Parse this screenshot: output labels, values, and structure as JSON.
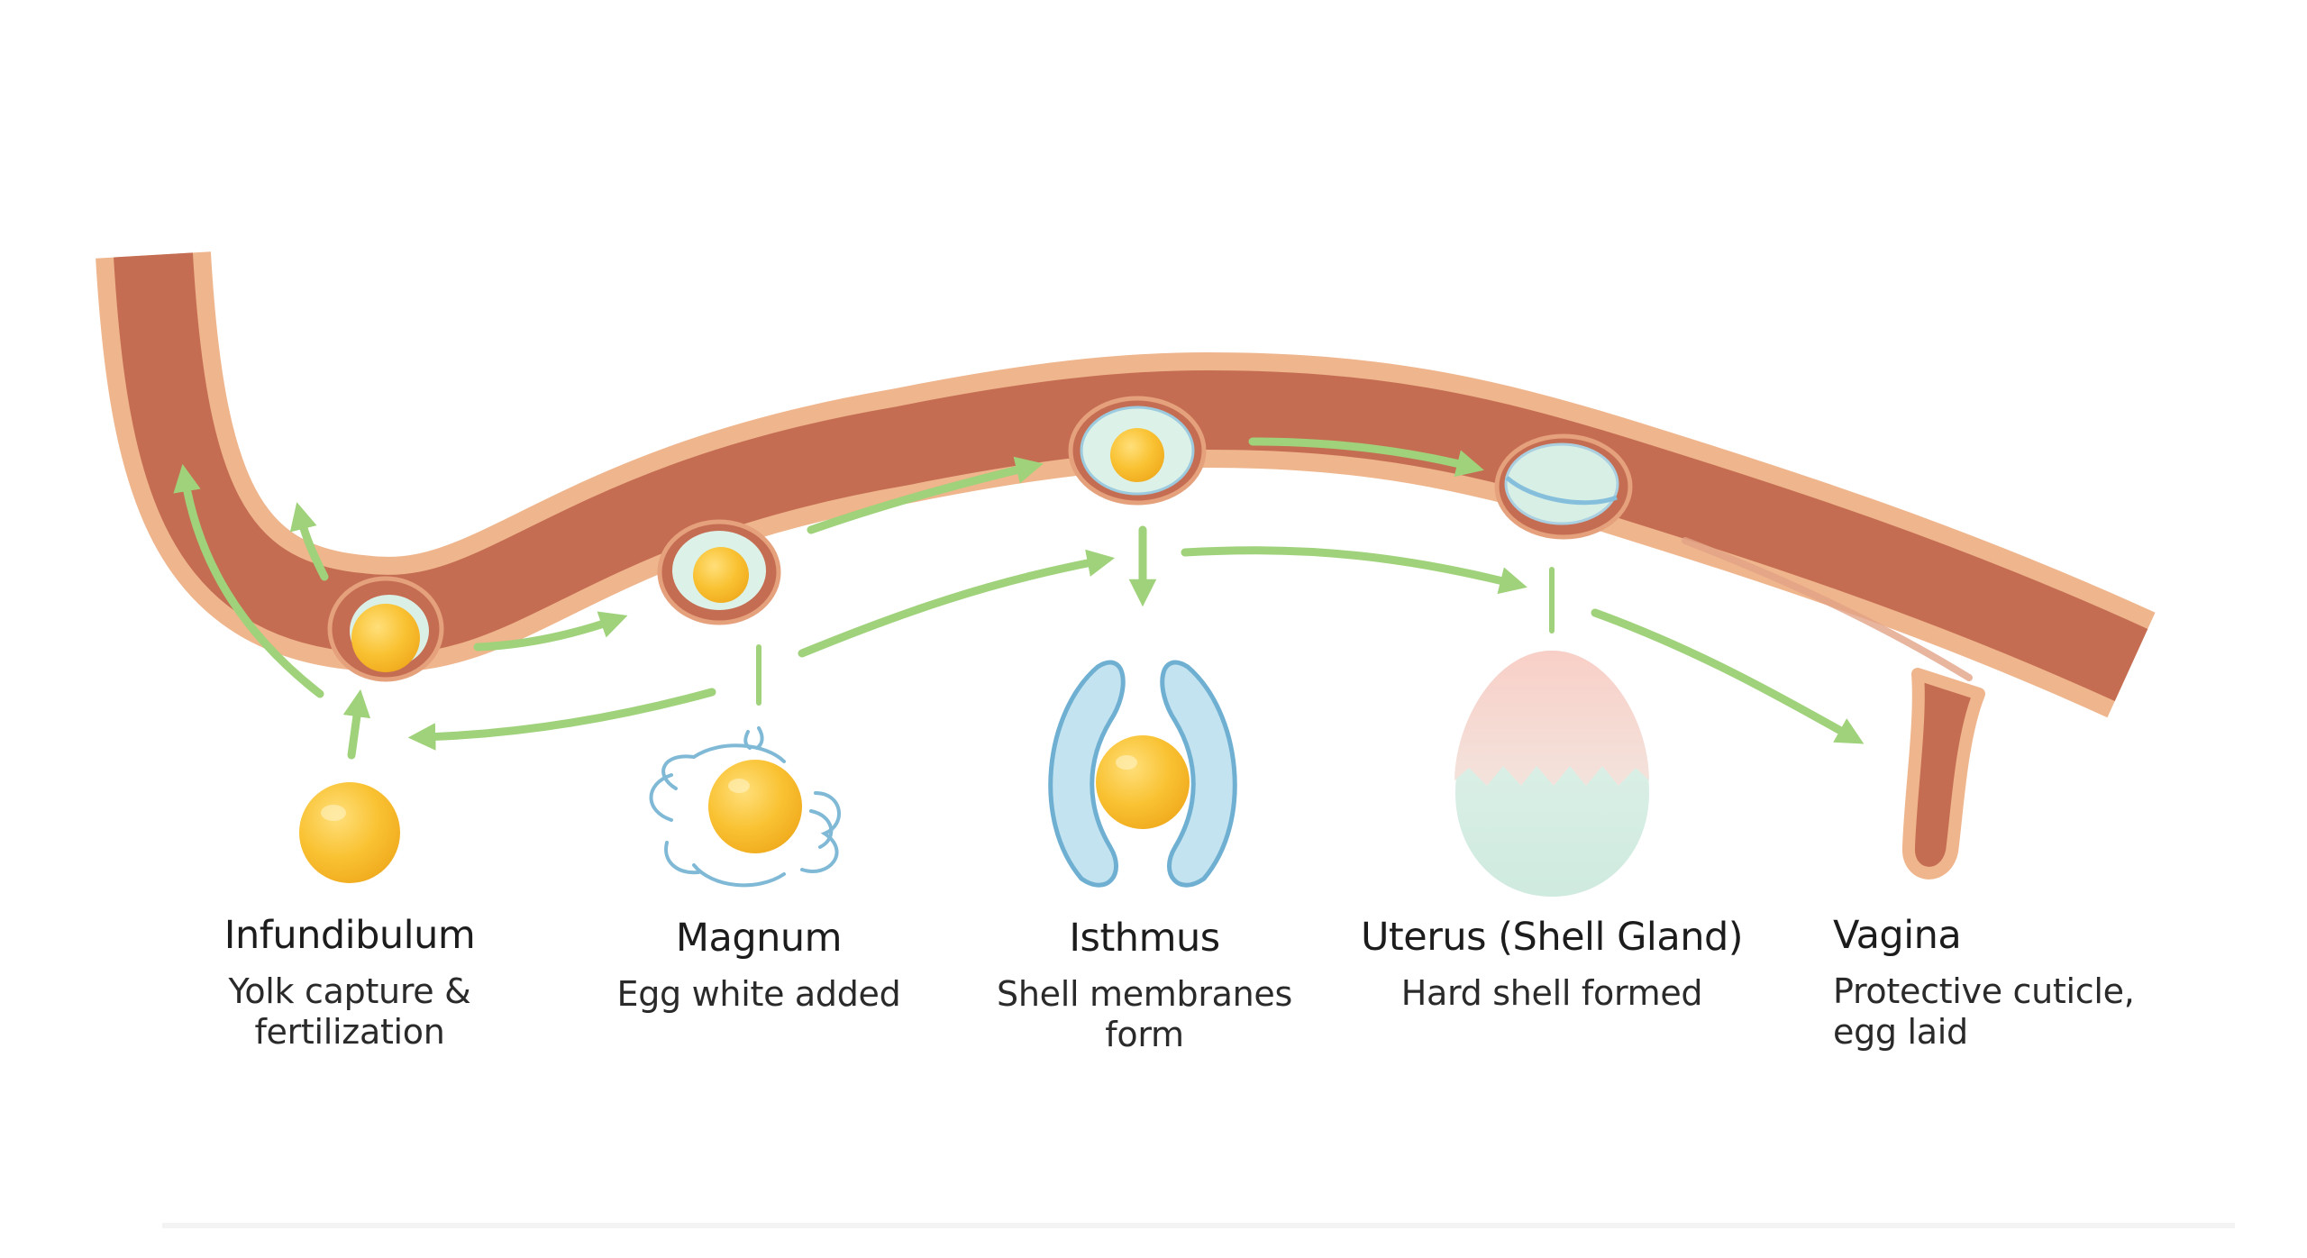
{
  "colors": {
    "tract_outer": "#f0b88e",
    "tract_inner": "#c46c50",
    "tract_edge": "#d8825f",
    "arrow": "#9fd27a",
    "yolk": "#f7be2d",
    "yolk_highlight": "#ffd968",
    "albumen": "#d9f0e6",
    "membrane": "#79b8d8",
    "shell_top": "#f9d3cd",
    "shell_bottom": "#dcf1e8",
    "text": "#1c1c1c"
  },
  "stages": [
    {
      "id": "infundibulum",
      "title": "Infundibulum",
      "description_lines": [
        "Yolk capture &",
        "fertilization"
      ],
      "icon": "yolk-icon"
    },
    {
      "id": "magnum",
      "title": "Magnum",
      "description_lines": [
        "Egg white added"
      ],
      "icon": "yolk-with-albumen-swirl-icon"
    },
    {
      "id": "isthmus",
      "title": "Isthmus",
      "description_lines": [
        "Shell membranes",
        "form"
      ],
      "icon": "yolk-between-membranes-icon"
    },
    {
      "id": "uterus",
      "title": "Uterus (Shell Gland)",
      "description_lines": [
        "Hard shell formed"
      ],
      "icon": "egg-shell-icon"
    },
    {
      "id": "vagina",
      "title": "Vagina",
      "description_lines": [
        "Protective cuticle,",
        "egg laid"
      ],
      "icon": "vaginal-opening-icon"
    }
  ]
}
